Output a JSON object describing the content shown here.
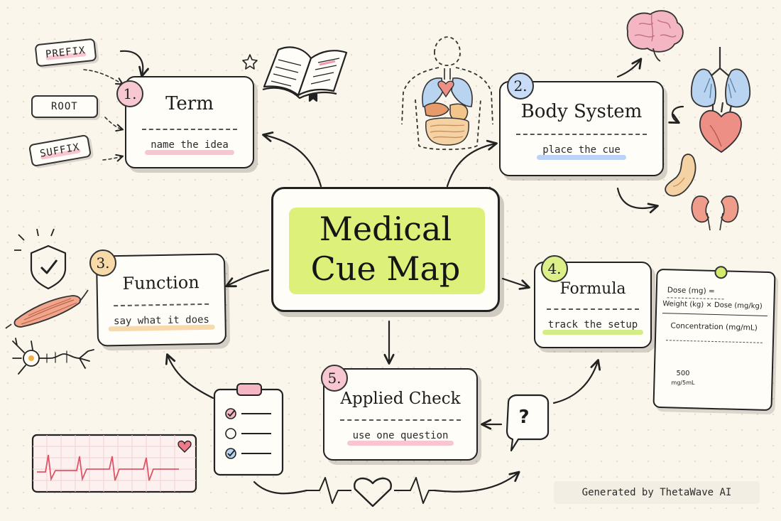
{
  "center": {
    "line1": "Medical",
    "line2": "Cue Map"
  },
  "nodes": [
    {
      "number": "1.",
      "title": "Term",
      "subtitle": "name the idea",
      "highlight": "#f6b8c6",
      "badge_color": "#f7c8d2"
    },
    {
      "number": "2.",
      "title": "Body System",
      "subtitle": "place the cue",
      "highlight": "#a9c8f5",
      "badge_color": "#c9dcf7"
    },
    {
      "number": "3.",
      "title": "Function",
      "subtitle": "say what it does",
      "highlight": "#f6cf97",
      "badge_color": "#f8d9a8"
    },
    {
      "number": "4.",
      "title": "Formula",
      "subtitle": "track the setup",
      "highlight": "#c8e86a",
      "badge_color": "#dcef88"
    },
    {
      "number": "5.",
      "title": "Applied Check",
      "subtitle": "use one question",
      "highlight": "#f6b8c6",
      "badge_color": "#f7c8d2"
    }
  ],
  "word_parts": [
    {
      "label": "PREFIX",
      "highlight": "#f6b8c6"
    },
    {
      "label": "ROOT",
      "highlight": "#f6cf97"
    },
    {
      "label": "SUFFIX",
      "highlight": "#f6b8c6"
    }
  ],
  "dose_card": {
    "line1": "Dose (mg) =",
    "line2": "Weight (kg) × Dose (mg/kg)",
    "line3": "Concentration (mg/mL)",
    "vial_amount": "500",
    "vial_unit": "mg/5mL"
  },
  "question_mark": "?",
  "watermark": "Generated by ThetaWave AI",
  "icons": [
    "open-book-icon",
    "star-icon",
    "torso-organs-icon",
    "brain-icon",
    "lungs-icon",
    "heart-icon",
    "stomach-icon",
    "kidneys-icon",
    "shield-check-icon",
    "muscle-icon",
    "neuron-icon",
    "clipboard-checklist-icon",
    "ecg-monitor-icon",
    "heartbeat-line-icon",
    "syringe-icon",
    "medicine-vial-icon",
    "speech-bubble-icon"
  ]
}
